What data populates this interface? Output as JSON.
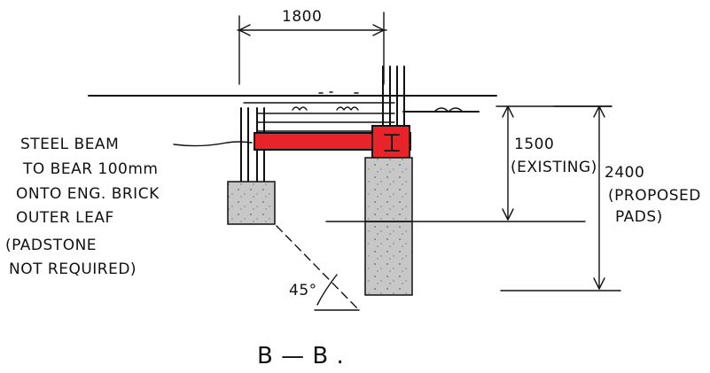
{
  "drawing": {
    "section_label": "B — B .",
    "dimensions": {
      "width_top": "1800",
      "depth_existing": "1500",
      "depth_existing_note": "(EXISTING)",
      "depth_proposed": "2400",
      "depth_proposed_note_1": "(PROPOSED",
      "depth_proposed_note_2": "PADS)",
      "angle": "45°"
    },
    "note": {
      "line1": "STEEL BEAM",
      "line2": "TO BEAR 100mm",
      "line3": "ONTO ENG. BRICK",
      "line4": "OUTER LEAF",
      "line5": "(PADSTONE",
      "line6": "NOT REQUIRED)"
    },
    "colors": {
      "steel_beam": "#e8232a",
      "concrete": "#c7c7c7",
      "ink": "#111111"
    }
  }
}
